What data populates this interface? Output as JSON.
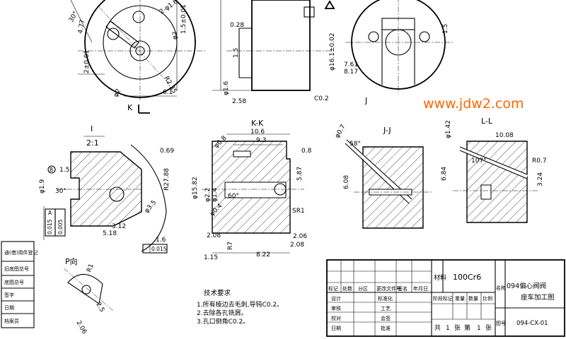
{
  "watermark": "www.jdw2.com",
  "views": {
    "view_k_label": "K",
    "view_j_label": "J",
    "section_kk": "K-K",
    "section_jj": "J-J",
    "section_ll": "L-L",
    "detail_i": "I",
    "detail_i_scale": "2:1",
    "view_p": "P向"
  },
  "dims": {
    "d1": "30°",
    "d2": "4.77",
    "d3": "2±0.01",
    "d4": "2-φ1.6",
    "d5": "φ2",
    "d6": "φ2",
    "d7": "R2.35",
    "d8": "6.1",
    "d9": "1.5±0.01",
    "d10": "0.28",
    "d11": "1.5",
    "d12": "φ16.1±0.02",
    "d13": "φ1.6",
    "d14": "2.58",
    "d15": "C0.2",
    "d16": "1.5",
    "d17": "7.61",
    "d18": "8.17",
    "d19": "10.6",
    "d20": "9.3",
    "d21": "0.8",
    "d22": "5.87",
    "d23": "φ15.82",
    "d24": "φ2.2",
    "d25": "φ1.4",
    "d26": "φ0.8",
    "d27": "φ0.4",
    "d28": "60°",
    "d29": "SR1",
    "d30": "2.08",
    "d31": "R7",
    "d32": "2.06",
    "d33": "1.15",
    "d34": "8.22",
    "d35": "6.08",
    "d36": "φ0.7",
    "d37": "58°",
    "d38": "φ1.42",
    "d39": "10.08",
    "d40": "107°",
    "d41": "R0.7",
    "d42": "6.84",
    "d43": "3.24",
    "d44": "0.69",
    "d45": "1.5",
    "d46": "φ1.9",
    "d47": "30°",
    "d48": "R27.88",
    "d49": "3.12",
    "d50": "5.18",
    "d51": "φ3.5",
    "d52": "1.6",
    "d53": "0.015",
    "d54": "R1",
    "d55": "2.5",
    "d56": "2.06",
    "d57": "0.015",
    "d58": "0.005"
  },
  "gdt": {
    "flat": "0.015",
    "datum_a": "A",
    "datum_b": "B"
  },
  "notes": {
    "title": "技术要求",
    "items": [
      "1.所有棱边去毛刺,导钝C0.2。",
      "2.去除各孔铣屑。",
      "3.孔口倒角C0.2。"
    ]
  },
  "side_table": {
    "rows": [
      "通(借)用件登记",
      "旧底图总号",
      "底图总号",
      "签字",
      "日期",
      "档案员"
    ]
  },
  "title_block": {
    "material_label": "材料",
    "material": "100Cr6",
    "part_name": "094偏心阀阀座车加工图",
    "name_label": "名称",
    "drawing_label": "图号",
    "drawing_no": "094-CX-01",
    "rev_header": [
      "标记",
      "处数",
      "分区",
      "更改文件号",
      "签名",
      "年月日"
    ],
    "rows": [
      "设计",
      "审核",
      "校对",
      "日期"
    ],
    "std_label": "标准化",
    "craft_label": "工艺",
    "approve_label": "会签",
    "ratify_label": "批准",
    "stage_header": [
      "阶段标记",
      "重量",
      "数量",
      "比例"
    ],
    "sheet": [
      "共",
      "1",
      "张",
      "第",
      "1",
      "张"
    ]
  }
}
